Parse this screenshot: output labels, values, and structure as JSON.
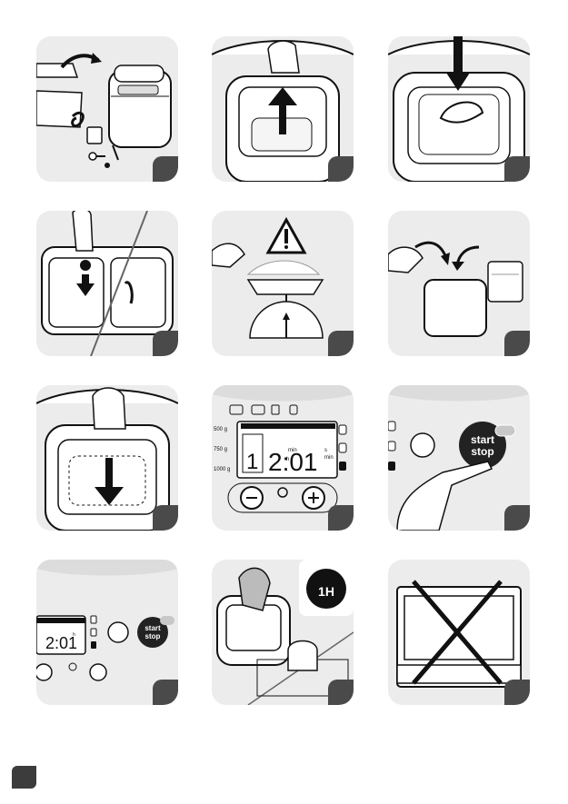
{
  "manual": {
    "step_count": 12,
    "display": {
      "weights": [
        "500 g",
        "750 g",
        "1000 g"
      ],
      "program_number": "1",
      "time": "2:01",
      "min_label": "min",
      "h_label": "h",
      "s_label": "s",
      "stop_label_short": "min"
    },
    "start_stop": {
      "line1": "start",
      "line2": "stop"
    },
    "mini_display": {
      "time": "2:01",
      "weight_label": "h"
    },
    "timer_badge": {
      "label": "1H"
    },
    "colors": {
      "panel_bg": "#ececec",
      "badge": "#4a4a4a",
      "ink": "#111111"
    }
  }
}
